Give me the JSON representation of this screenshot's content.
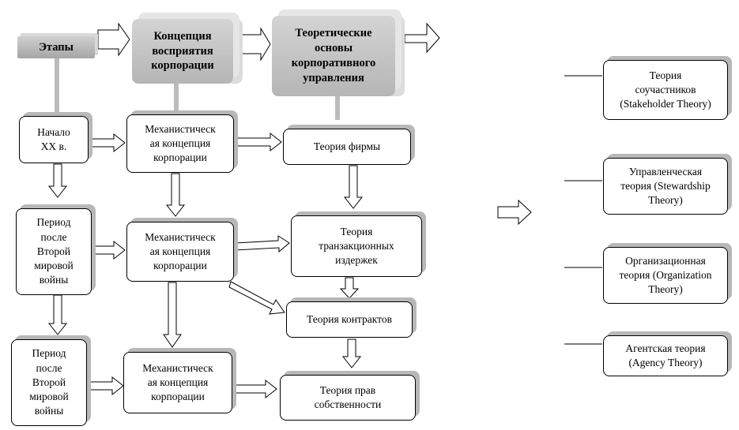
{
  "headers": {
    "stages": "Этапы",
    "concept": "Концепция\nвосприятия\nкорпорации",
    "foundations": "Теоретические\nосновы\nкорпоративного\nуправления"
  },
  "stages": [
    "Начало\nXX в.",
    "Период\nпосле\nВторой\nмировой\nвойны",
    "Период\nпосле\nВторой\nмировой\nвойны"
  ],
  "concepts": [
    "Механистическ\nая концепция\nкорпорации",
    "Механистическ\nая концепция\nкорпорации",
    "Механистическ\nая концепция\nкорпорации"
  ],
  "foundations": [
    "Теория фирмы",
    "Теория\nтранзакционных\nиздержек",
    "Теория контрактов",
    "Теория прав\nсобственности"
  ],
  "theories": [
    "Теория\nсоучастников\n(Stakeholder Theory)",
    "Управленческая\nтеория (Stewardship\nTheory)",
    "Организационная\nтеория (Organization\nTheory)",
    "Агентская теория\n(Agency Theory)"
  ]
}
